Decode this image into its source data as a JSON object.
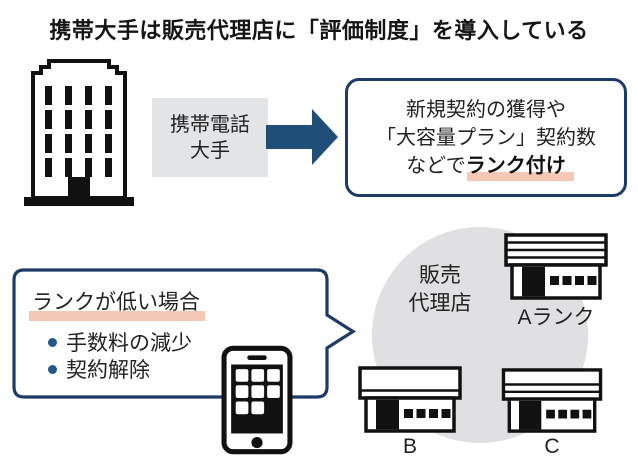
{
  "title": "携帯大手は販売代理店に「評価制度」を導入している",
  "flow": {
    "carrier_label_line1": "携帯電話",
    "carrier_label_line2": "大手",
    "result": {
      "line1": "新規契約の獲得や",
      "line2": "「大容量プラン」契約数",
      "line3_prefix": "などで",
      "line3_highlight": "ランク付け"
    }
  },
  "consequences": {
    "heading": "ランクが低い場合",
    "bullets": [
      "手数料の減少",
      "契約解除"
    ]
  },
  "agencies": {
    "label_line1": "販売",
    "label_line2": "代理店",
    "stores": [
      {
        "label": "Aランク"
      },
      {
        "label": "B"
      },
      {
        "label": "C"
      }
    ]
  },
  "colors": {
    "navy_arrow": "#1f4e79",
    "navy_border": "#1e3a66",
    "pink_highlight": "#f5c7b5",
    "gray_box": "#e3e4e6",
    "gray_circle": "#e0e0e2",
    "text": "#1a1a1a"
  },
  "icons": {
    "carrier": "office-building-icon",
    "flow": "arrow-right-icon",
    "consequence": "smartphone-icon",
    "agency_a": "storefront-icon",
    "agency_b": "storefront-icon",
    "agency_c": "storefront-icon"
  }
}
